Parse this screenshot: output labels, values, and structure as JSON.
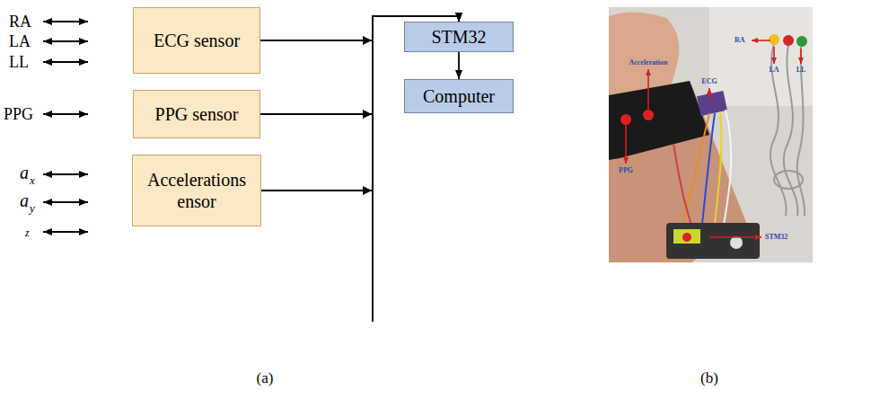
{
  "diagram": {
    "nodes": [
      {
        "text": [
          "ECG sensor"
        ]
      },
      {
        "text": [
          "PPG sensor"
        ]
      },
      {
        "text": [
          "Accelerations ensor"
        ]
      },
      {
        "text": [
          "STM32"
        ]
      },
      {
        "text": [
          "Computer"
        ]
      }
    ],
    "edges": [
      {
        "from": 0,
        "to": 3,
        "arrow": "to"
      },
      {
        "from": 1,
        "to": 3,
        "arrow": "to"
      },
      {
        "from": 2,
        "to": 3,
        "arrow": "to"
      },
      {
        "from": 3,
        "to": 4,
        "arrow": "to"
      }
    ],
    "labels": [
      "RA",
      "LA",
      "LL",
      "PPG",
      "a",
      "x",
      "a",
      "y",
      "z",
      "(a)",
      "(b)",
      "RA",
      "Acceleration",
      "ECG",
      "LA",
      "LL",
      "PPG",
      "STM32"
    ]
  }
}
